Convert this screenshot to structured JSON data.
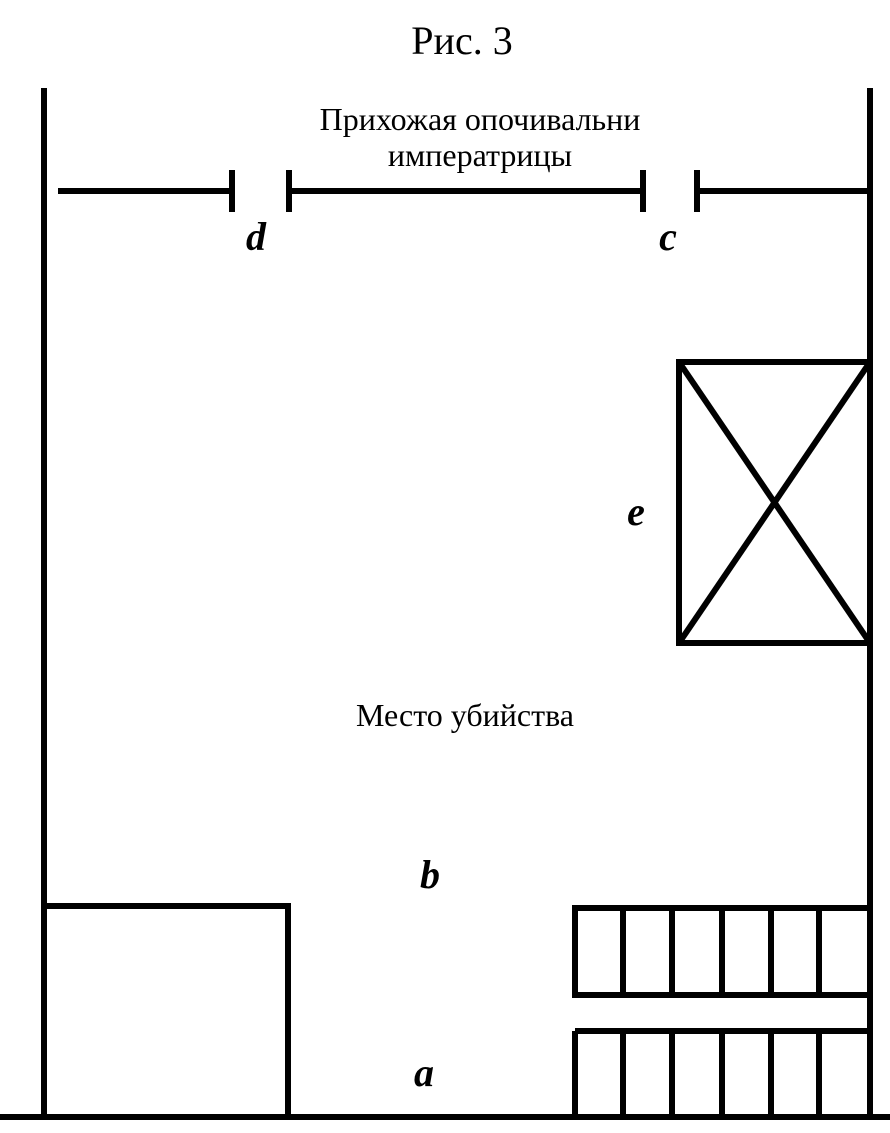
{
  "title": "Рис. 3",
  "room_label": [
    "Прихожая опочивальни",
    "императрицы"
  ],
  "murder_place_label": "Место убийства",
  "markers": {
    "a": "a",
    "b": "b",
    "c": "c",
    "d": "d",
    "e": "e"
  },
  "colors": {
    "ink": "#000000",
    "background": "#ffffff"
  }
}
